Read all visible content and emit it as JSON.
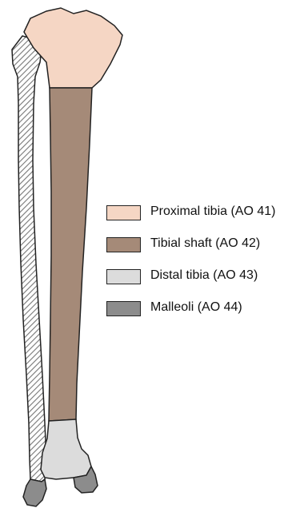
{
  "legend": {
    "items": [
      {
        "label": "Proximal tibia (AO 41)",
        "color": "#f5d6c4"
      },
      {
        "label": "Tibial shaft (AO 42)",
        "color": "#a58a78"
      },
      {
        "label": "Distal tibia (AO 43)",
        "color": "#dcdcdc"
      },
      {
        "label": "Malleoli (AO 44)",
        "color": "#8c8c8c"
      }
    ]
  },
  "bones": {
    "proximal_tibia_color": "#f5d6c4",
    "tibial_shaft_color": "#a58a78",
    "distal_tibia_color": "#dcdcdc",
    "malleoli_color": "#8c8c8c",
    "fibula_hatch_color": "#777777"
  }
}
